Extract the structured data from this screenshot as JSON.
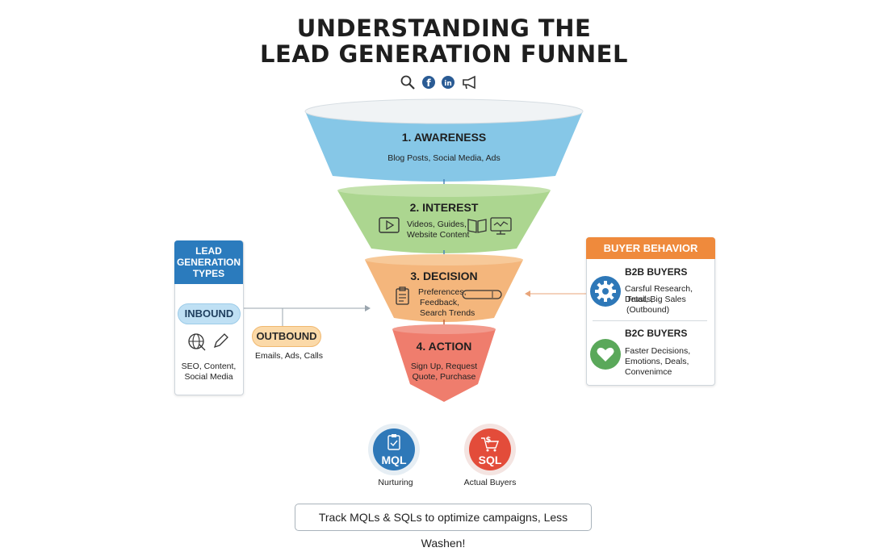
{
  "header": {
    "title_line1": "UNDERSTANDING THE",
    "title_line2": "LEAD GENERATION FUNNEL",
    "icons": [
      "search-icon",
      "facebook-icon",
      "linkedin-icon",
      "megaphone-icon"
    ]
  },
  "funnel": {
    "stages": [
      {
        "title": "1. AWARENESS",
        "text": "Blog Posts, Social Media, Ads",
        "color": "#7fc4e6"
      },
      {
        "title": "2. INTEREST",
        "text_line1": "Videos, Guides,",
        "text_line2": "Website Content",
        "color": "#a9d48b"
      },
      {
        "title": "3. DECISION",
        "text_line1": "Preferences,",
        "text_line2": "Feedback,",
        "text_line3": "Search Trends",
        "color": "#f3b47a"
      },
      {
        "title": "4. ACTION",
        "text_line1": "Sign Up, Request",
        "text_line2": "Quote, Purchase",
        "color": "#ef7b6c"
      }
    ]
  },
  "lead_types": {
    "header_line1": "LEAD",
    "header_line2": "GENERATION",
    "header_line3": "TYPES",
    "inbound_label": "INBOUND",
    "inbound_text_line1": "SEO, Content,",
    "inbound_text_line2": "Social Media",
    "outbound_label": "OUTBOUND",
    "outbound_text": "Emails, Ads, Calls",
    "header_color": "#2b7bbd"
  },
  "buyer_behavior": {
    "header": "BUYER BEHAVIOR",
    "header_color": "#ef8a3c",
    "b2b_title": "B2B BUYERS",
    "b2b_line1": "Carsful Research, Details,",
    "b2b_line2": "Trust, Big Sales",
    "b2b_line3": "(Outbound)",
    "b2c_title": "B2C BUYERS",
    "b2c_line1": "Faster Decisions,",
    "b2c_line2": "Emotions, Deals,",
    "b2c_line3": "Convenimce"
  },
  "leads": {
    "mql_label": "MQL",
    "mql_caption": "Nurturing",
    "sql_label": "SQL",
    "sql_caption": "Actual Buyers"
  },
  "footer": {
    "text": "Track MQLs & SQLs to optimize campaigns, Less Washen!"
  }
}
